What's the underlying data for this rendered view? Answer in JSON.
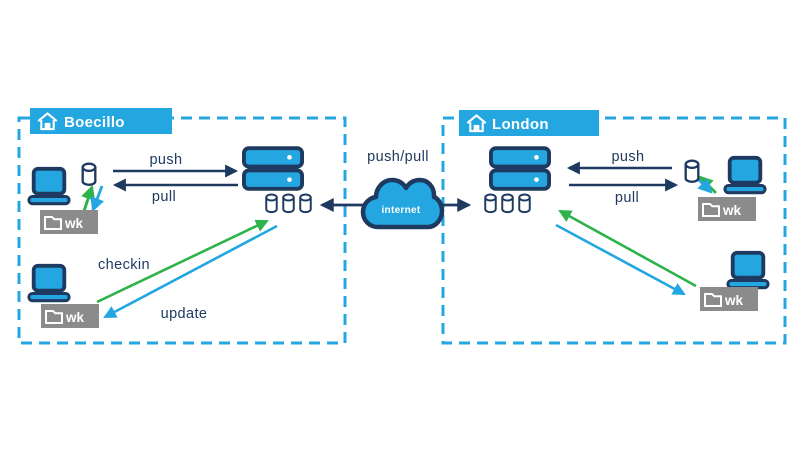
{
  "sites": [
    {
      "name": "Boecillo",
      "push_label": "push",
      "pull_label": "pull",
      "checkin_label": "checkin",
      "update_label": "update",
      "workspace_badge": "wk"
    },
    {
      "name": "London",
      "push_label": "push",
      "pull_label": "pull",
      "workspace_badge": "wk"
    }
  ],
  "network": {
    "cloud_label": "internet",
    "link_label": "push/pull"
  },
  "colors": {
    "accent_blue": "#24a7e1",
    "navy": "#1f3a61",
    "green": "#2eb34a",
    "update_blue": "#24a7e1",
    "badge_gray": "#8b8b8b",
    "background": "#ffffff"
  }
}
